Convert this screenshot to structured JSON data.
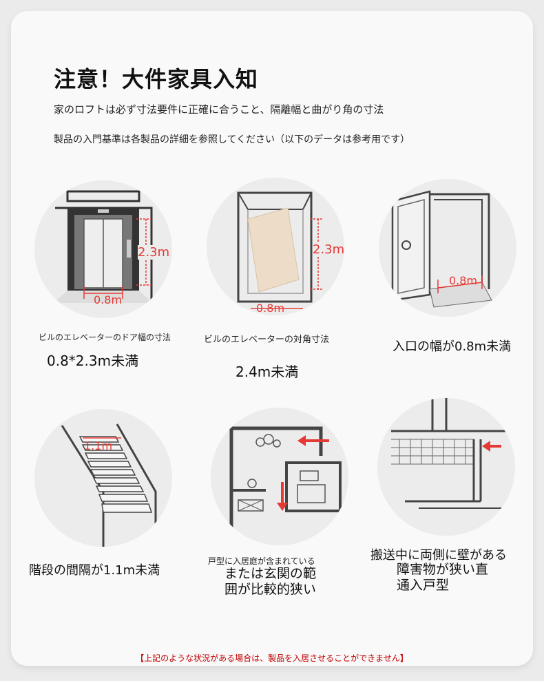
{
  "header": {
    "title": "注意！大件家具入知",
    "line1": "家のロフトは必ず寸法要件に正確に合うこと、隔離幅と曲がり角の寸法",
    "line2": "製品の入門基準は各製品の詳細を参照してください（以下のデータは参考用です）"
  },
  "items": [
    {
      "caption": "ビルのエレベーターのドア幅の寸法",
      "value": "0.8*2.3m未満",
      "dim_h": "2.3m",
      "dim_w": "0.8m"
    },
    {
      "caption": "ビルのエレベーターの対角寸法",
      "value": "2.4m未満",
      "dim_h": "2.3m",
      "dim_w": "0.8m"
    },
    {
      "caption": "入口の幅が0.8m未満",
      "dim_w": "0.8m"
    },
    {
      "caption": "階段の間隔が1.1m未満",
      "dim_w": "1.1m"
    },
    {
      "caption": "戸型に入居庭が含まれている",
      "value": "または玄関の範囲が比較的狭い"
    },
    {
      "caption": "搬送中に両側に壁がある",
      "value": "障害物が狭い直通入戸型"
    }
  ],
  "footer": {
    "note": "【上記のような状況がある場合は、製品を入居させることができません】"
  },
  "colors": {
    "accent": "#e53935",
    "footer_text": "#c00000"
  }
}
